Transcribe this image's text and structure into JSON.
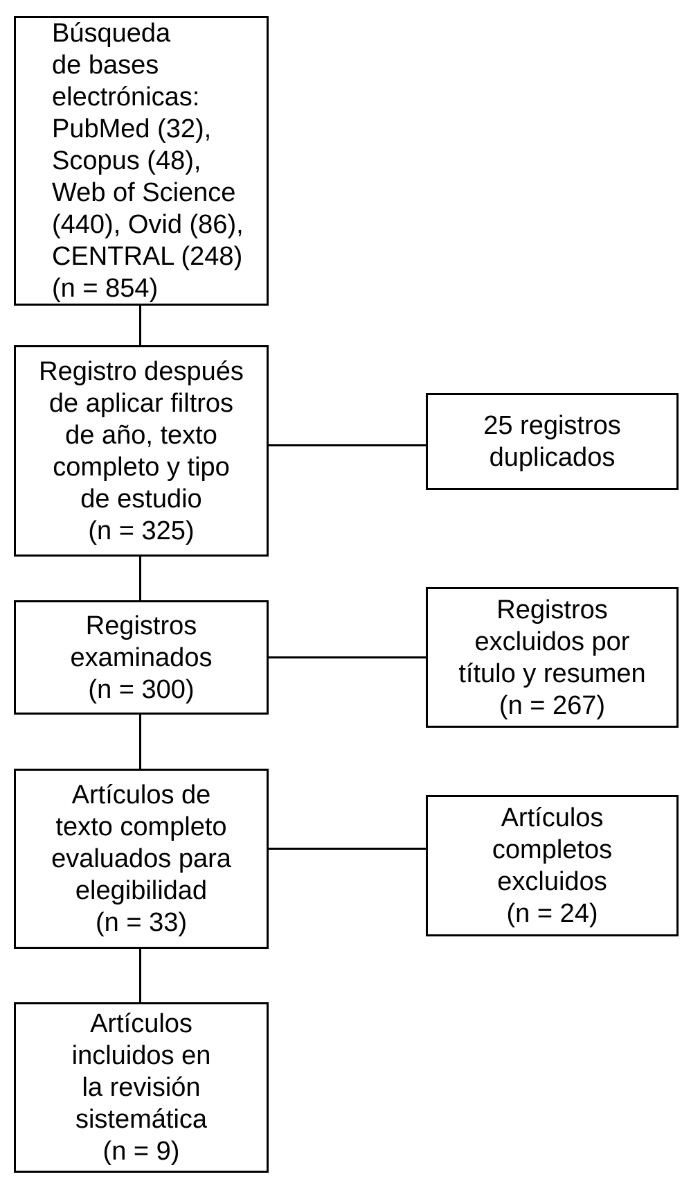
{
  "diagram": {
    "type": "prisma-flowchart",
    "language": "es",
    "colors": {
      "background": "#ffffff",
      "box_fill": "#ffffff",
      "box_border": "#000000",
      "text": "#000000",
      "connector": "#000000"
    },
    "main_boxes": [
      {
        "id": "electronic-search",
        "align": "left",
        "lines": [
          "Búsqueda",
          "de bases",
          "electrónicas:",
          "PubMed (32),",
          "Scopus (48),",
          "Web of Science",
          "(440), Ovid (86),",
          "CENTRAL (248)",
          "(n = 854)"
        ],
        "n": 854,
        "sources": [
          {
            "name": "PubMed",
            "count": 32
          },
          {
            "name": "Scopus",
            "count": 48
          },
          {
            "name": "Web of Science",
            "count": 440
          },
          {
            "name": "Ovid",
            "count": 86
          },
          {
            "name": "CENTRAL",
            "count": 248
          }
        ]
      },
      {
        "id": "after-filters",
        "align": "center",
        "lines": [
          "Registro después",
          "de aplicar filtros",
          "de año, texto",
          "completo y tipo",
          "de estudio",
          "(n = 325)"
        ],
        "n": 325
      },
      {
        "id": "records-screened",
        "align": "center",
        "lines": [
          "Registros",
          "examinados",
          "(n = 300)"
        ],
        "n": 300
      },
      {
        "id": "fulltext-assessed",
        "align": "center",
        "lines": [
          "Artículos de",
          "texto completo",
          "evaluados para",
          "elegibilidad",
          "(n = 33)"
        ],
        "n": 33
      },
      {
        "id": "included-review",
        "align": "center",
        "lines": [
          "Artículos",
          "incluidos en",
          "la revisión",
          "sistemática",
          "(n = 9)"
        ],
        "n": 9
      }
    ],
    "side_boxes": [
      {
        "id": "duplicates-removed",
        "align": "center",
        "lines": [
          "25 registros",
          "duplicados"
        ],
        "n": 25
      },
      {
        "id": "excluded-title-abstract",
        "align": "center",
        "lines": [
          "Registros",
          "excluidos por",
          "título y resumen",
          "(n = 267)"
        ],
        "n": 267
      },
      {
        "id": "fulltext-excluded",
        "align": "center",
        "lines": [
          "Artículos",
          "completos",
          "excluidos",
          "(n = 24)"
        ],
        "n": 24
      }
    ]
  }
}
